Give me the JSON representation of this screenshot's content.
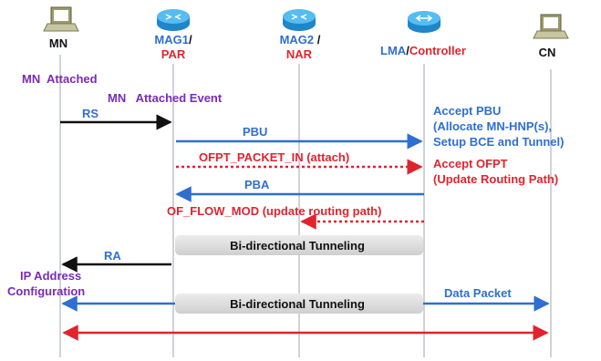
{
  "colors": {
    "purple": "#7a2bb6",
    "blue": "#2f6fd0",
    "red": "#e0242e",
    "black": "#111111",
    "lifeline": "#cfd3d8",
    "tunnel": "#d8d8d8",
    "router": "#3da9e6"
  },
  "nodes": {
    "mn": {
      "label": "MN",
      "icon": "laptop-icon"
    },
    "mag1": {
      "label_a": "MAG1",
      "label_sep": "/",
      "label_b": "PAR",
      "icon": "router-icon"
    },
    "mag2": {
      "label_a": "MAG2",
      "label_sep": " /",
      "label_b": "NAR",
      "icon": "router-icon"
    },
    "lma": {
      "label_a": "LMA",
      "label_sep": "/",
      "label_b": "Controller",
      "icon": "router-icon"
    },
    "cn": {
      "label": "CN",
      "icon": "laptop-icon"
    }
  },
  "events": {
    "mn_attached": "MN  Attached",
    "mn_attached_event": "MN   Attached Event",
    "accept_pbu": [
      "Accept PBU",
      "(Allocate MN-HNP(s),",
      "Setup BCE and Tunnel)"
    ],
    "accept_ofpt": [
      "Accept OFPT",
      "(Update Routing Path)"
    ],
    "ip_config": [
      "IP Address",
      "Configuration"
    ]
  },
  "messages": {
    "rs": "RS",
    "pbu": "PBU",
    "ofpt": "OFPT_PACKET_IN (attach)",
    "pba": "PBA",
    "flow_mod": "OF_FLOW_MOD (update routing path)",
    "ra": "RA",
    "data_packet": "Data Packet"
  },
  "tunnels": {
    "first": "Bi-directional Tunneling",
    "second": "Bi-directional Tunneling"
  }
}
